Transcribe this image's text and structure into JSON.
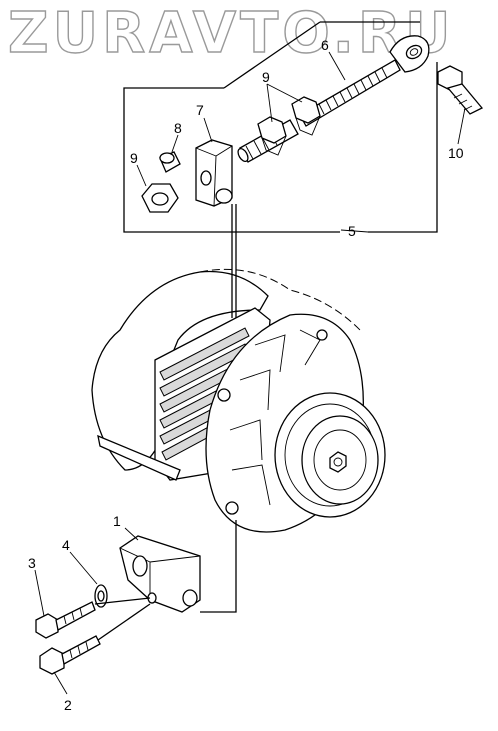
{
  "watermark": "ZURAVTO.RU",
  "callouts": [
    {
      "id": "1",
      "text": "1"
    },
    {
      "id": "2",
      "text": "2"
    },
    {
      "id": "3",
      "text": "3"
    },
    {
      "id": "4",
      "text": "4"
    },
    {
      "id": "5",
      "text": "5"
    },
    {
      "id": "6",
      "text": "6"
    },
    {
      "id": "7",
      "text": "7"
    },
    {
      "id": "8",
      "text": "8"
    },
    {
      "id": "9a",
      "text": "9"
    },
    {
      "id": "9b",
      "text": "9"
    },
    {
      "id": "10",
      "text": "10"
    }
  ]
}
